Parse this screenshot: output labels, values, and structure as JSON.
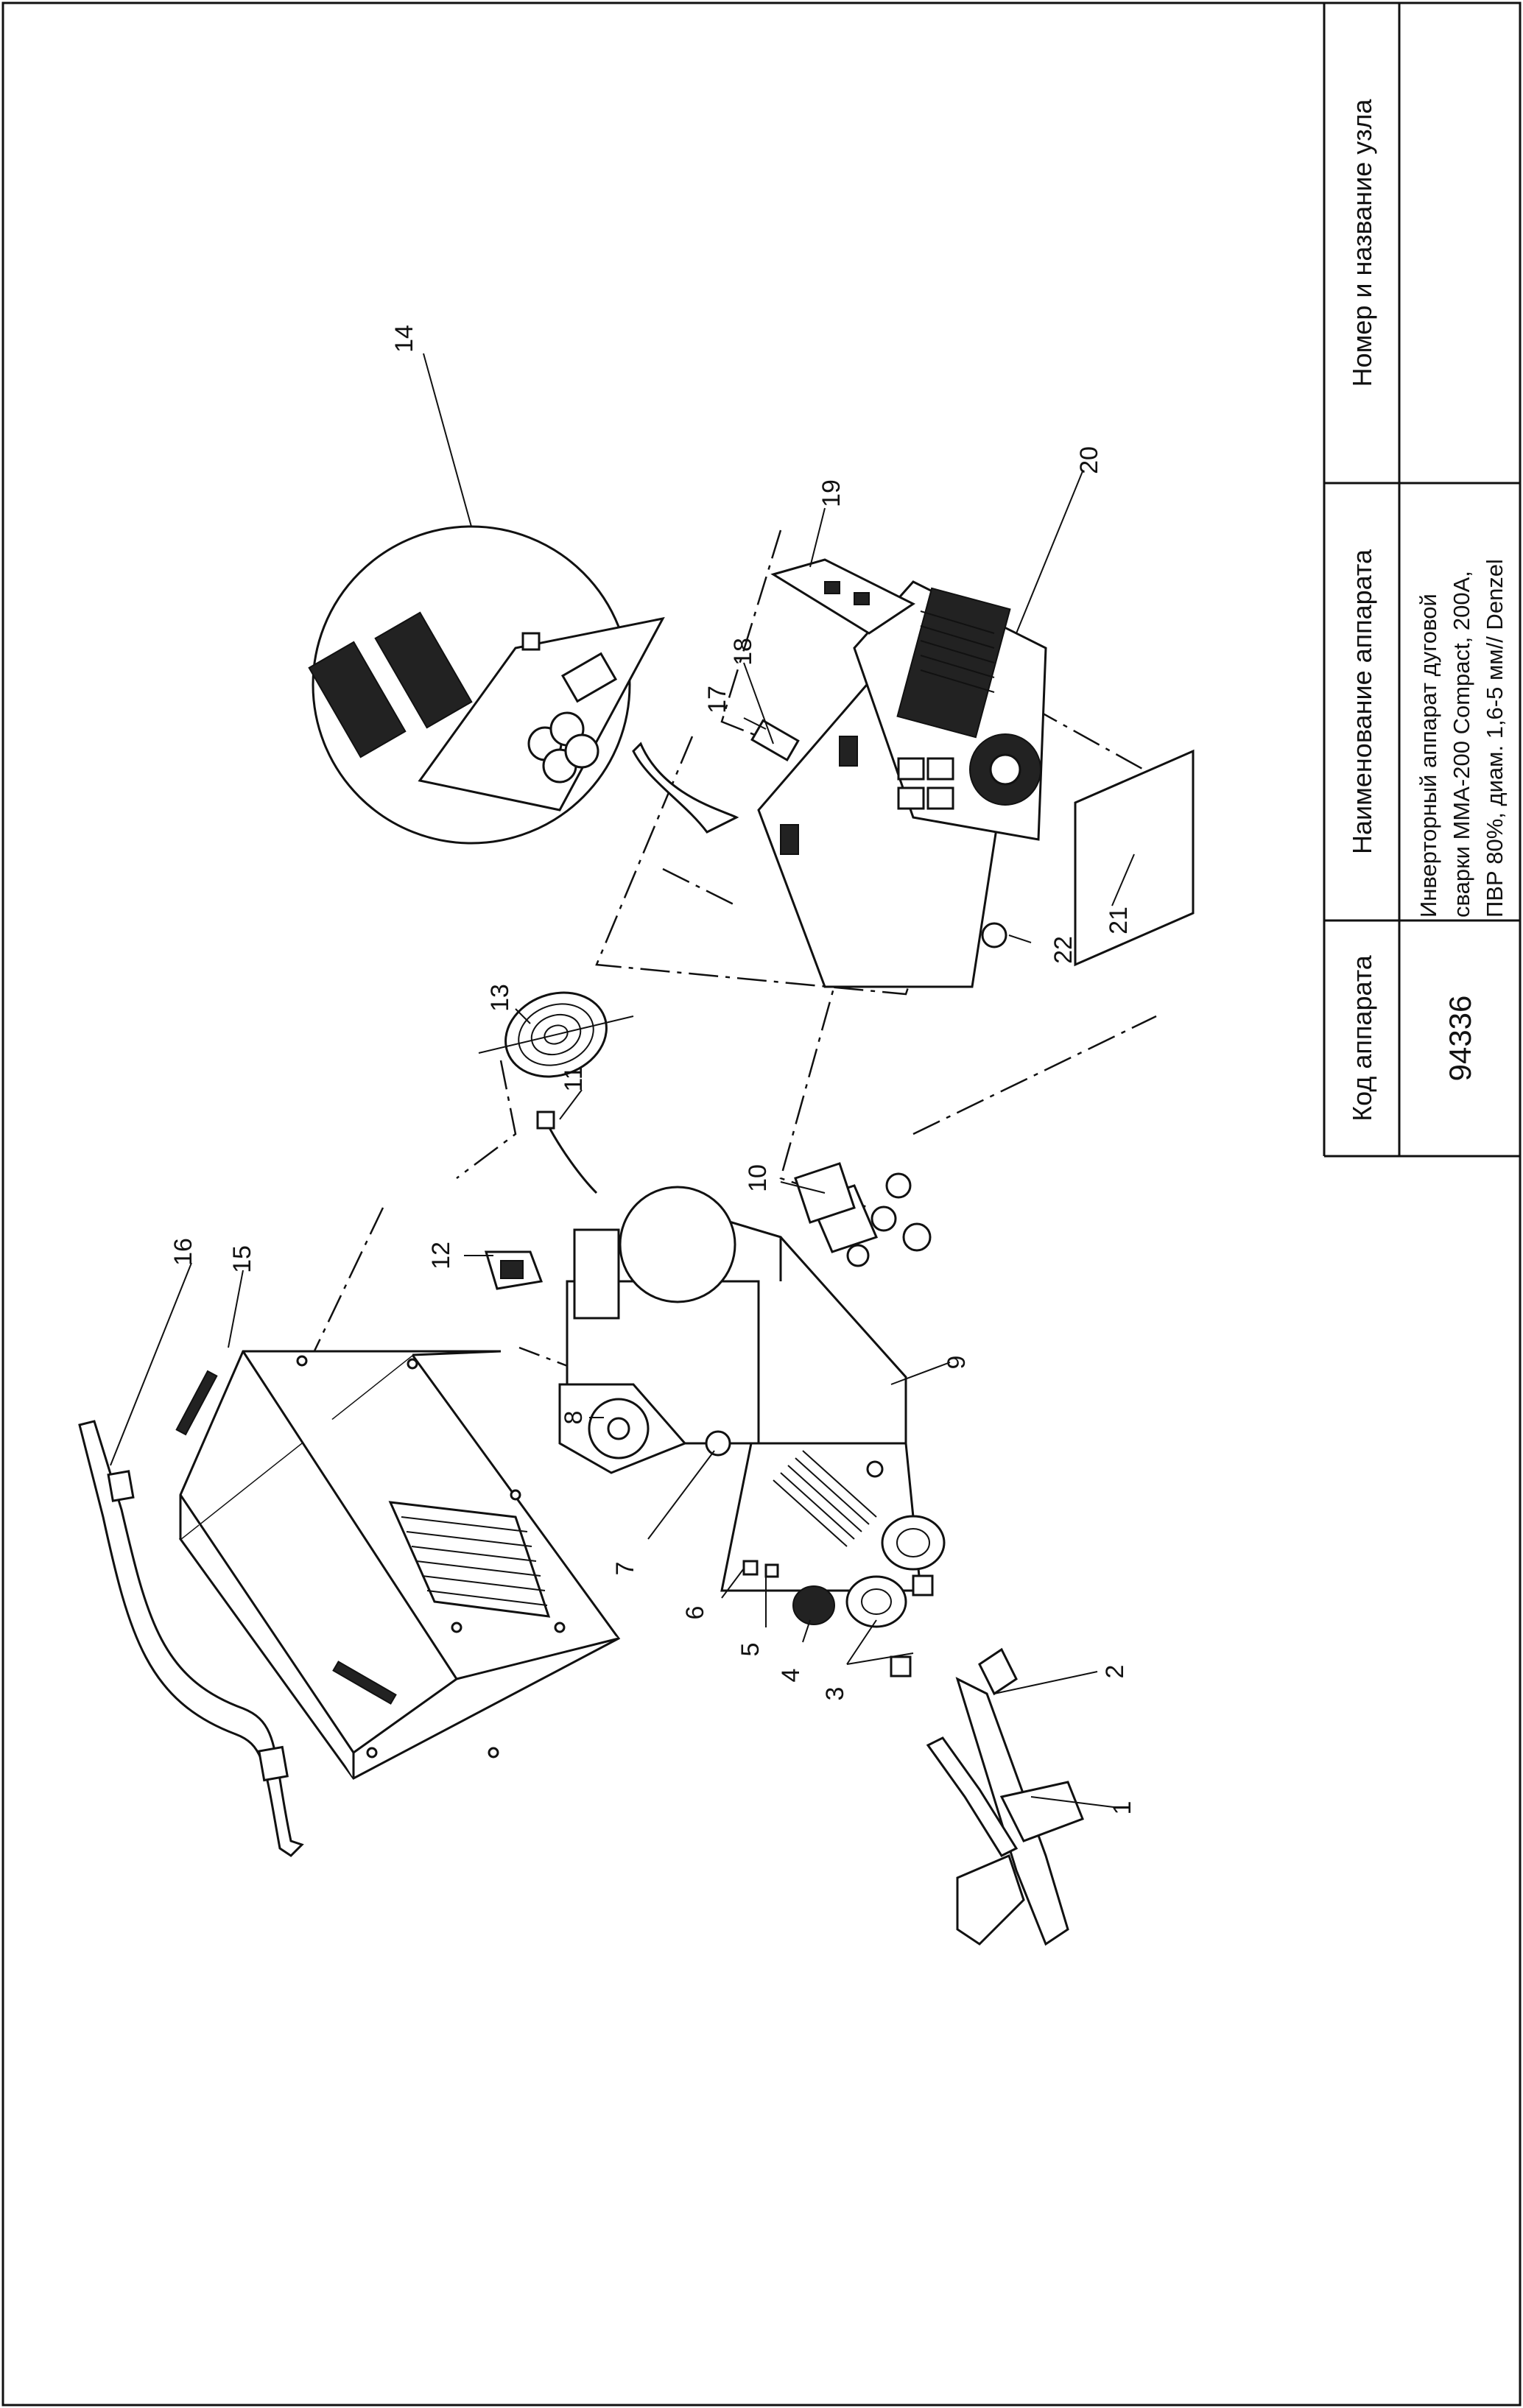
{
  "title_block": {
    "col_code_header": "Код аппарата",
    "col_name_header": "Наименование аппарата",
    "col_node_header": "Номер и название узла",
    "code": "94336",
    "name_lines": [
      "Инверторный аппарат дуговой",
      "сварки ММА-200 Compact, 200А,",
      "ПВР 80%, диам. 1,6-5 мм// Denzel"
    ],
    "node": ""
  },
  "callouts": [
    "1",
    "2",
    "3",
    "4",
    "5",
    "6",
    "7",
    "8",
    "9",
    "10",
    "11",
    "12",
    "13",
    "14",
    "15",
    "16",
    "17",
    "18",
    "19",
    "20",
    "21",
    "22"
  ]
}
